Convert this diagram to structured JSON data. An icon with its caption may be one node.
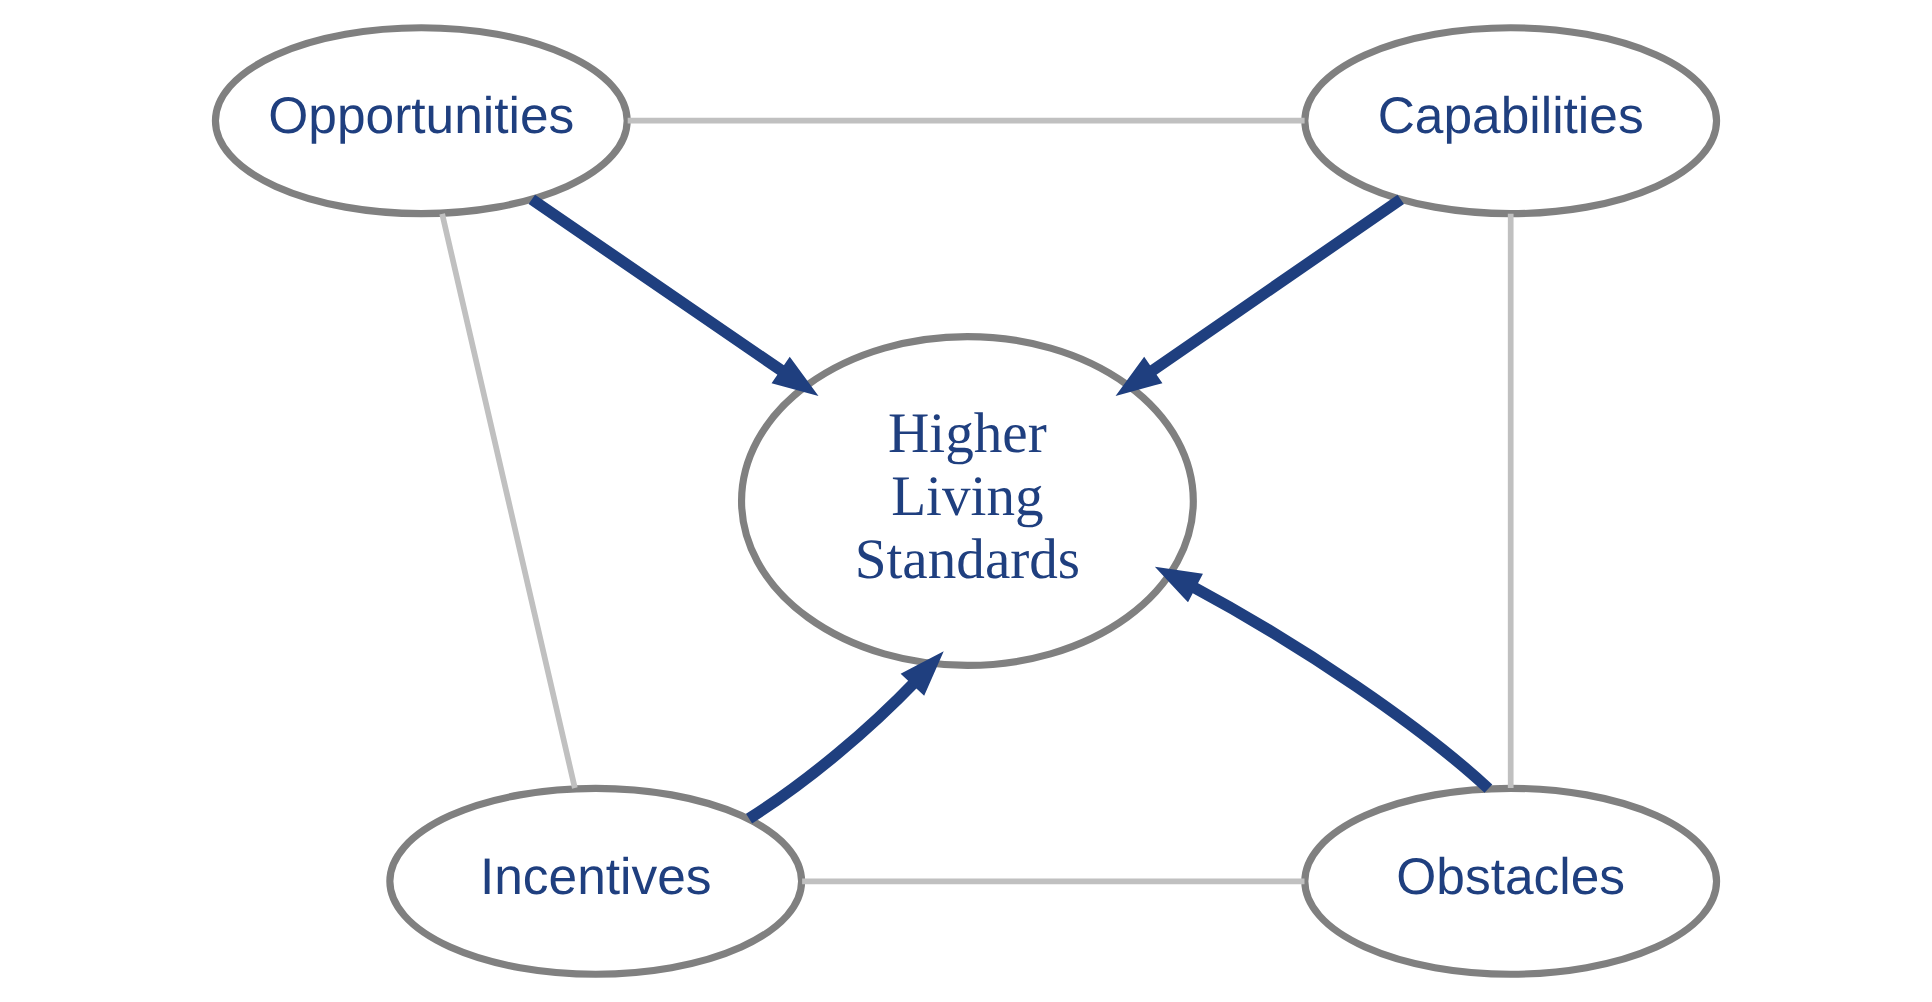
{
  "diagram": {
    "nodes": [
      {
        "text": [
          "Opportunities"
        ]
      },
      {
        "text": [
          "Capabilities"
        ]
      },
      {
        "text": [
          "Higher Living Standards"
        ]
      },
      {
        "text": [
          "Incentives"
        ]
      },
      {
        "text": [
          "Obstacles"
        ]
      }
    ],
    "edges": [
      {
        "from": 0,
        "to": 1,
        "arrow": "none",
        "color": "#c0c0c0"
      },
      {
        "from": 0,
        "to": 2,
        "arrow": "to",
        "style": "thick",
        "color": "#1f3f7f"
      },
      {
        "from": 1,
        "to": 2,
        "arrow": "to",
        "style": "thick",
        "color": "#1f3f7f"
      },
      {
        "from": 0,
        "to": 3,
        "arrow": "none",
        "color": "#c0c0c0"
      },
      {
        "from": 1,
        "to": 4,
        "arrow": "none",
        "color": "#c0c0c0"
      },
      {
        "from": 3,
        "to": 2,
        "arrow": "to",
        "style": "thick",
        "color": "#1f3f7f"
      },
      {
        "from": 4,
        "to": 2,
        "arrow": "to",
        "style": "thick",
        "color": "#1f3f7f"
      },
      {
        "from": 3,
        "to": 4,
        "arrow": "none",
        "color": "#c0c0c0"
      }
    ]
  }
}
